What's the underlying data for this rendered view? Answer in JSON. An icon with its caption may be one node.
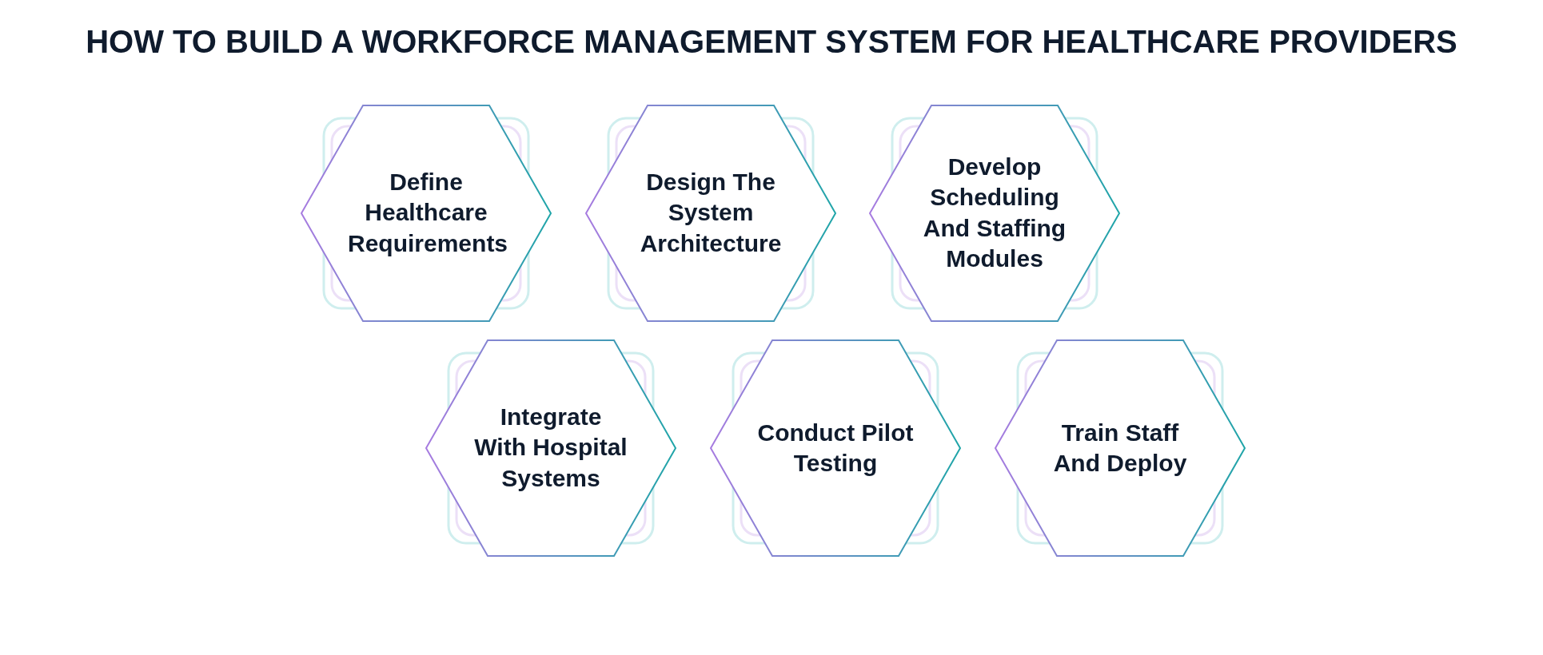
{
  "diagram": {
    "title": "HOW TO BUILD A WORKFORCE MANAGEMENT SYSTEM FOR HEALTHCARE PROVIDERS",
    "nodes": [
      {
        "text": [
          "Define Healthcare Requirements"
        ]
      },
      {
        "text": [
          "Design The System Architecture"
        ]
      },
      {
        "text": [
          "Develop Scheduling And Staffing Modules"
        ]
      },
      {
        "text": [
          "Integrate With Hospital Systems"
        ]
      },
      {
        "text": [
          "Conduct Pilot Testing"
        ]
      },
      {
        "text": [
          "Train Staff And Deploy"
        ]
      }
    ],
    "edges": []
  }
}
